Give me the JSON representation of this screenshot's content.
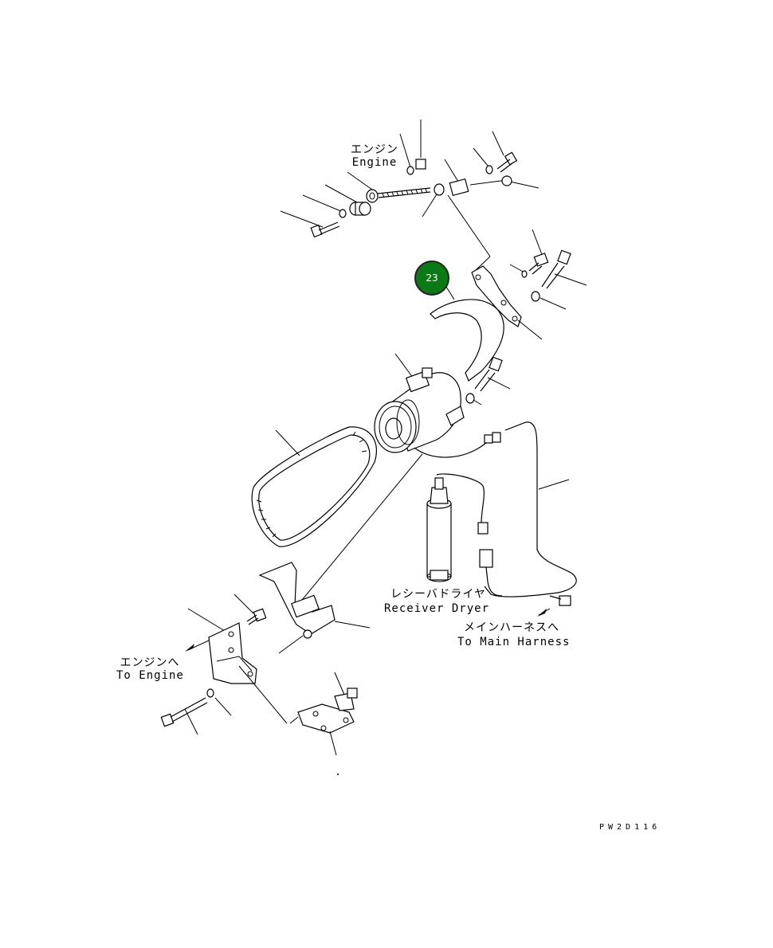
{
  "diagram": {
    "labels": {
      "engine_top_jp": "エンジン",
      "engine_top_en": "Engine",
      "receiver_jp": "レシーバドライヤ",
      "receiver_en": "Receiver Dryer",
      "harness_jp": "メインハーネスへ",
      "harness_en": "To Main Harness",
      "engine_left_jp": "エンジンへ",
      "engine_left_en": "To Engine"
    },
    "callout": "23",
    "drawing_code": "PW2D116"
  }
}
